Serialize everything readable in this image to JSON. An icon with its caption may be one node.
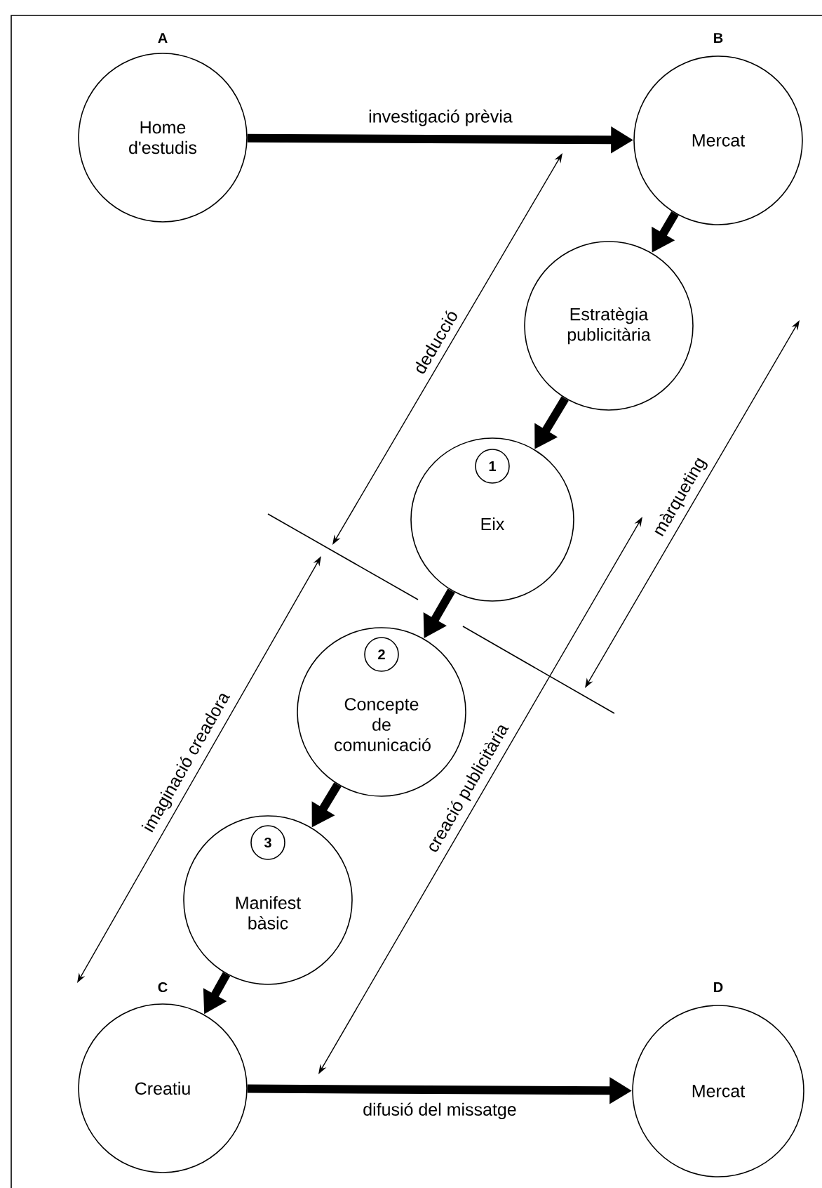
{
  "diagram": {
    "nodes": [
      {
        "text": [
          "Home d'estudis"
        ],
        "beside": [
          "A"
        ]
      },
      {
        "text": [
          "Mercat"
        ],
        "beside": [
          "B"
        ]
      },
      {
        "text": [
          "Estratègia publicitària"
        ]
      },
      {
        "text": [
          "Eix"
        ]
      },
      {
        "text": [
          "1"
        ],
        "in": 3
      },
      {
        "text": [
          "Concepte de comunicació"
        ]
      },
      {
        "text": [
          "2"
        ],
        "in": 5
      },
      {
        "text": [
          "Manifest bàsic"
        ]
      },
      {
        "text": [
          "3"
        ],
        "in": 7
      },
      {
        "text": [
          "Creatiu"
        ],
        "beside": [
          "C"
        ]
      },
      {
        "text": [
          "Mercat"
        ],
        "beside": [
          "D"
        ]
      }
    ],
    "edges": [
      {
        "from": 0,
        "to": 1,
        "arrow": "to",
        "label": "investigació prèvia"
      },
      {
        "from": 1,
        "to": 2,
        "arrow": "to"
      },
      {
        "from": 2,
        "to": 3,
        "arrow": "to"
      },
      {
        "from": 3,
        "to": 5,
        "arrow": "to"
      },
      {
        "from": 5,
        "to": 7,
        "arrow": "to"
      },
      {
        "from": 7,
        "to": 9,
        "arrow": "to"
      },
      {
        "from": 9,
        "to": 10,
        "arrow": "to",
        "label": "difusió del missatge"
      }
    ],
    "labels": [
      "deducció",
      "màrqueting",
      "imaginació creadora",
      "creació publicitària"
    ]
  }
}
